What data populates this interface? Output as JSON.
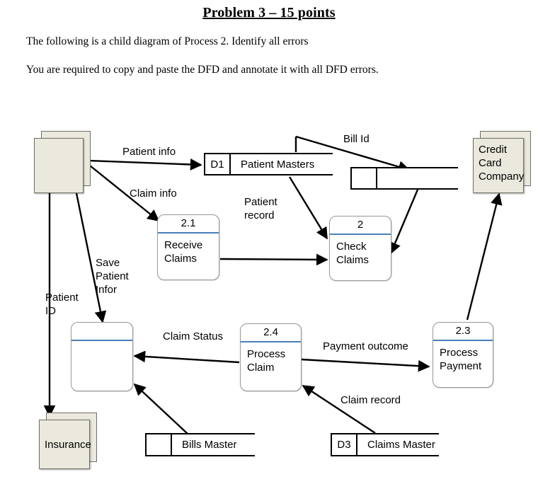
{
  "document": {
    "title": "Problem 3 – 15 points",
    "paragraphs": [
      "The following is a child diagram of Process 2. Identify all errors",
      "You are required to copy and paste the DFD and annotate it with all DFD errors."
    ]
  },
  "diagram": {
    "type": "data-flow-diagram",
    "colors": {
      "entity_fill": "#ebe9dd",
      "entity_border": "#6f6f63",
      "process_border": "#9a9a9a",
      "process_divider": "#4a7ebb",
      "line": "#000000",
      "background": "#ffffff"
    },
    "entities": [
      {
        "id": "entity-blank",
        "label": ""
      },
      {
        "id": "entity-credit-card-company",
        "label": "Credit\nCard\nCompany",
        "line1": "Credit",
        "line2": "Card",
        "line3": "Company"
      },
      {
        "id": "entity-insurance",
        "label": "Insurance"
      }
    ],
    "processes": [
      {
        "id": "process-2-1",
        "number": "2.1",
        "name_line1": "Receive",
        "name_line2": "Claims"
      },
      {
        "id": "process-2",
        "number": "2",
        "name_line1": "Check",
        "name_line2": "Claims"
      },
      {
        "id": "process-blank",
        "number": "",
        "name_line1": "",
        "name_line2": ""
      },
      {
        "id": "process-2-4",
        "number": "2.4",
        "name_line1": "Process",
        "name_line2": "Claim"
      },
      {
        "id": "process-2-3",
        "number": "2.3",
        "name_line1": "Process",
        "name_line2": "Payment"
      }
    ],
    "datastores": [
      {
        "id": "datastore-d1",
        "code": "D1",
        "name": "Patient Masters"
      },
      {
        "id": "datastore-unlabeled",
        "code": "",
        "name": ""
      },
      {
        "id": "datastore-bills-master",
        "code": "",
        "name": "Bills Master"
      },
      {
        "id": "datastore-d3",
        "code": "D3",
        "name": "Claims Master"
      }
    ],
    "flows": [
      {
        "id": "flow-patient-info",
        "label": "Patient info"
      },
      {
        "id": "flow-claim-info",
        "label": "Claim info"
      },
      {
        "id": "flow-bill-id",
        "label": "Bill Id"
      },
      {
        "id": "flow-patient-record",
        "label_line1": "Patient",
        "label_line2": "record"
      },
      {
        "id": "flow-save-patient-infor",
        "label_line1": "Save",
        "label_line2": "Patient",
        "label_line3": "Infor"
      },
      {
        "id": "flow-patient-id",
        "label_line1": "Patient",
        "label_line2": "ID"
      },
      {
        "id": "flow-claim-status",
        "label": "Claim Status"
      },
      {
        "id": "flow-payment-outcome",
        "label": "Payment outcome"
      },
      {
        "id": "flow-claim-record",
        "label": "Claim record"
      }
    ]
  }
}
